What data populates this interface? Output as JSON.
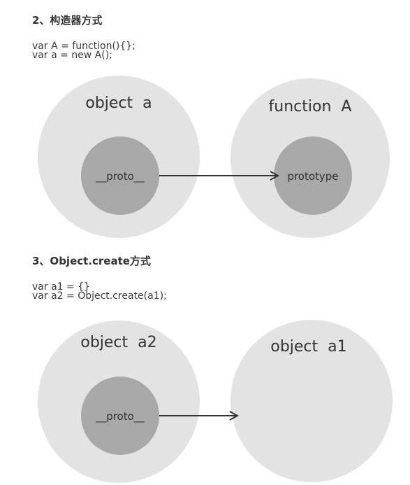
{
  "sections": [
    {
      "title": "2、构造器方式",
      "code_lines": [
        "var A = function(){};",
        "var a = new A();"
      ],
      "left_object": "object  a",
      "right_object": "function  A",
      "left_inner": "__proto__",
      "right_inner": "prototype"
    },
    {
      "title": "3、Object.create方式",
      "code_lines": [
        "var a1 = {}",
        "var a2 = Object.create(a1);"
      ],
      "left_object": "object  a2",
      "right_object": "object  a1",
      "left_inner": "__proto__"
    }
  ],
  "colors": {
    "outer_circle": "#e3e3e3",
    "inner_circle": "#a8a8a8",
    "arrow": "#333333"
  }
}
